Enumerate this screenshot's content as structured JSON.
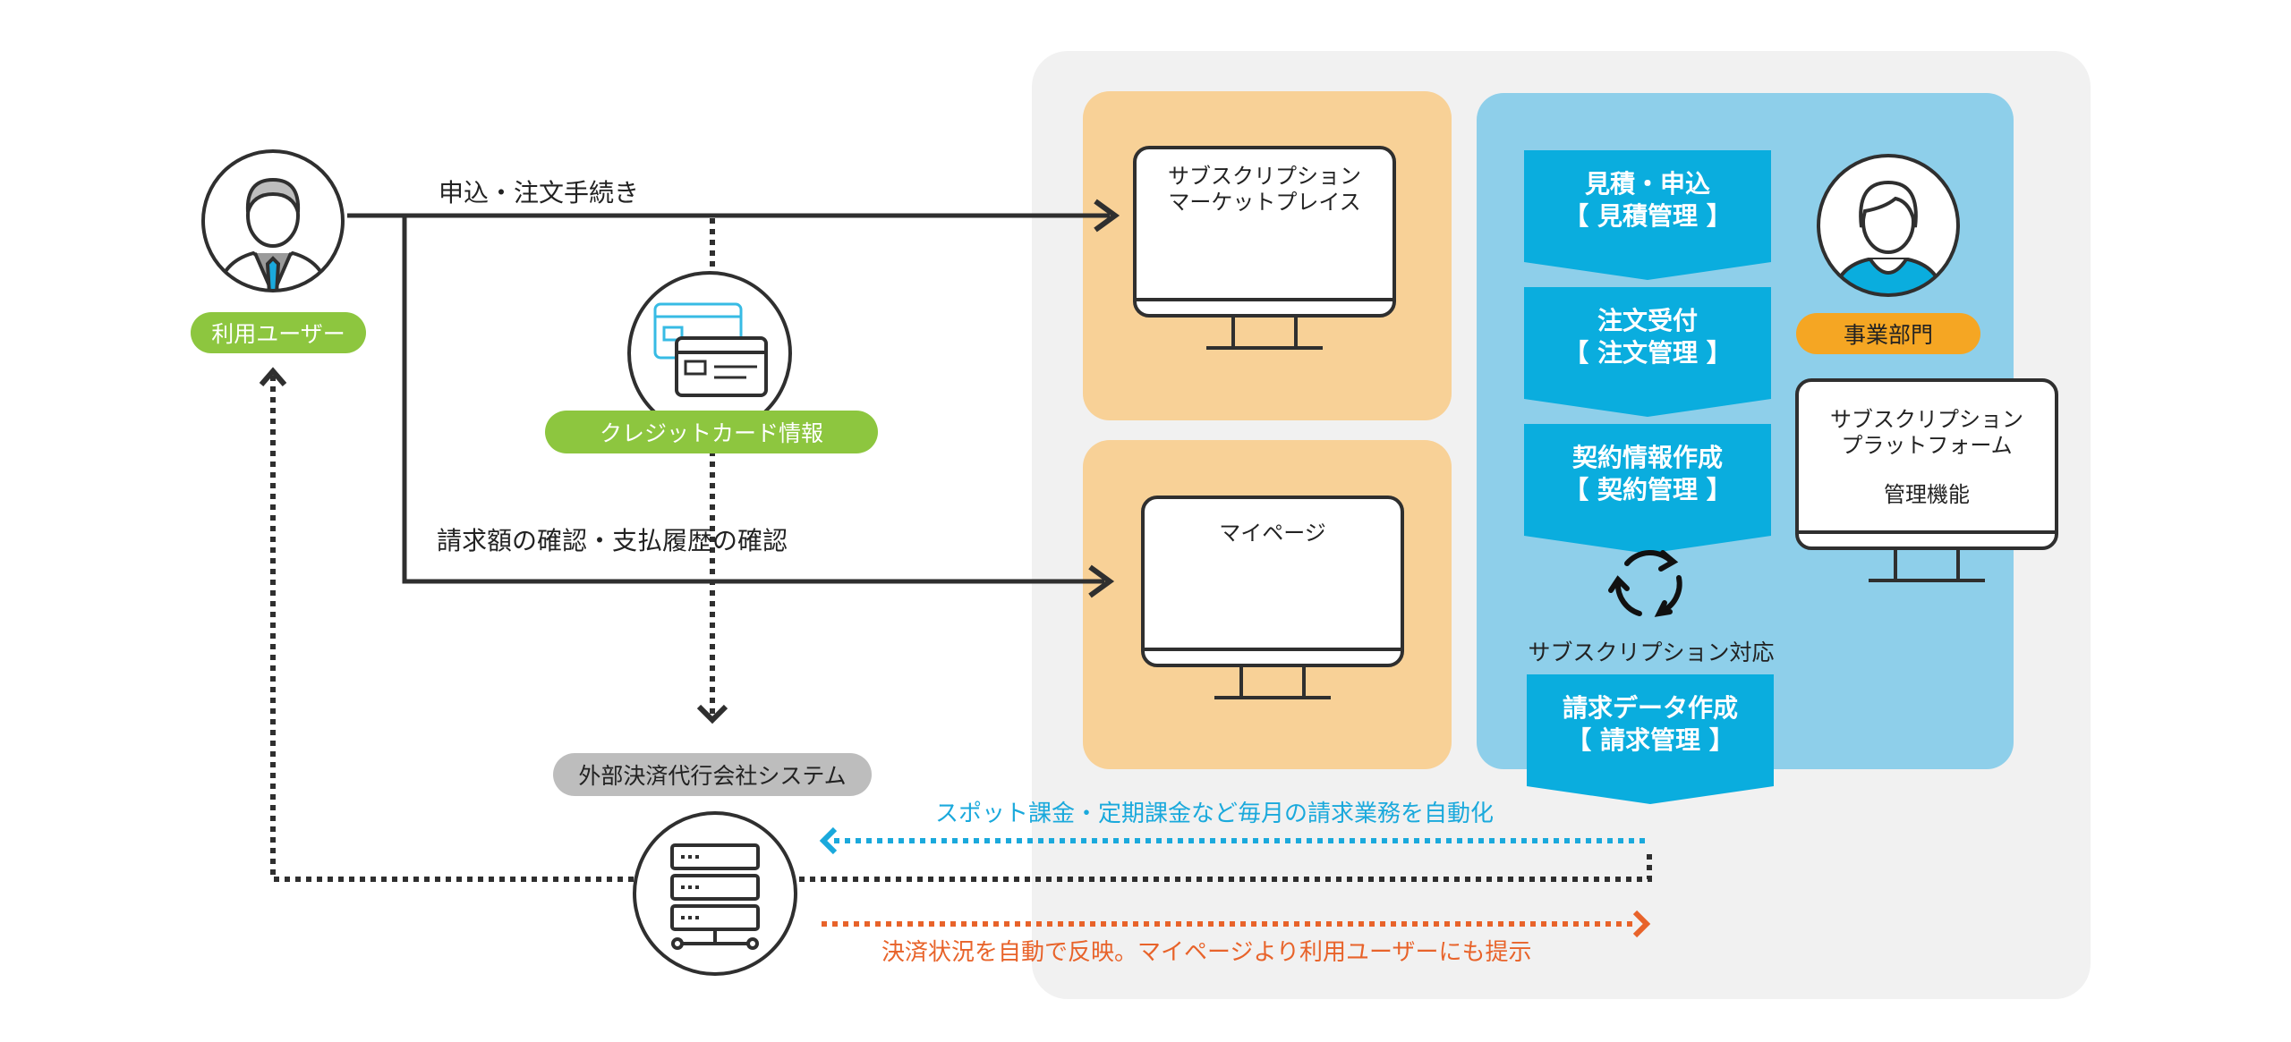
{
  "user": {
    "label": "利用ユーザー"
  },
  "flows": {
    "order": "申込・注文手続き",
    "billing_check": "請求額の確認・支払履歴の確認"
  },
  "credit_card": {
    "label": "クレジットカード情報"
  },
  "payment_system": {
    "label": "外部決済代行会社システム"
  },
  "marketplace": {
    "line1": "サブスクリプション",
    "line2": "マーケットプレイス"
  },
  "mypage": {
    "label": "マイページ"
  },
  "business": {
    "label": "事業部門"
  },
  "platform": {
    "line1": "サブスクリプション",
    "line2": "プラットフォーム",
    "line3": "管理機能"
  },
  "process": {
    "steps": [
      {
        "line1": "見積・申込",
        "line2": "【 見積管理 】"
      },
      {
        "line1": "注文受付",
        "line2": "【 注文管理 】"
      },
      {
        "line1": "契約情報作成",
        "line2": "【 契約管理 】"
      }
    ],
    "cycle_label": "サブスクリプション対応",
    "billing": {
      "line1": "請求データ作成",
      "line2": "【 請求管理 】"
    }
  },
  "notes": {
    "auto_billing": "スポット課金・定期課金など毎月の請求業務を自動化",
    "auto_reflect": "決済状況を自動で反映。マイページより利用ユーザーにも提示"
  },
  "colors": {
    "user_pill": "#8DC63F",
    "card_pill": "#8DC63F",
    "payment_pill": "#BDBDBD",
    "business_pill": "#F5A623",
    "orange_panel": "#F8D197",
    "blue_panel": "#8ECFEA",
    "banner": "#0AADDE",
    "note_blue": "#1AA9DC",
    "note_orange": "#E8632A",
    "system_bg": "#F1F1F1"
  }
}
